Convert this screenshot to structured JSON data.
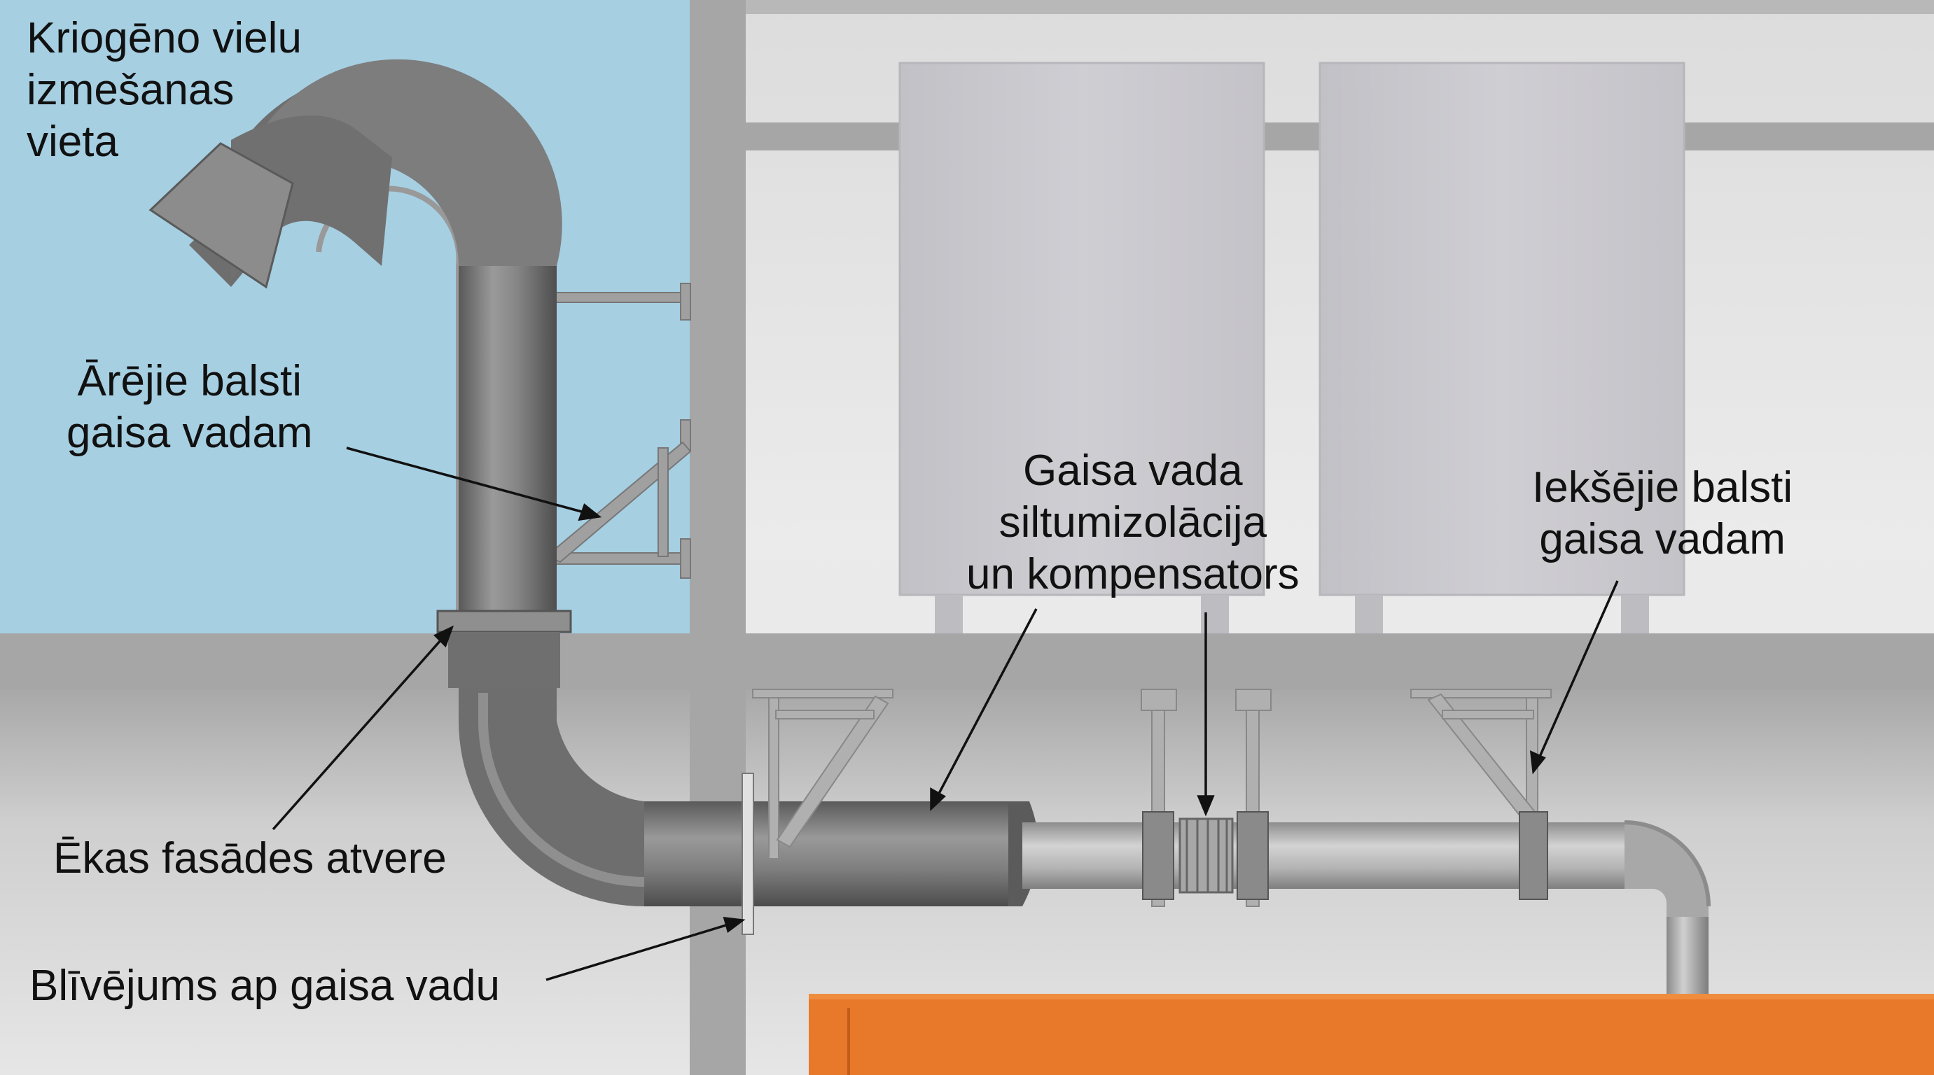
{
  "labels": {
    "release_point": [
      "Kriogēno vielu",
      "izmešanas",
      "vieta"
    ],
    "external_supports": [
      "Ārējie balsti",
      "gaisa vadam"
    ],
    "insulation_compensator": [
      "Gaisa vada",
      "siltumizolācija",
      "un kompensators"
    ],
    "internal_supports": [
      "Iekšējie balsti",
      "gaisa vadam"
    ],
    "facade_opening": [
      "Ēkas fasādes atvere"
    ],
    "duct_seal": [
      "Blīvējums ap gaisa vadu"
    ]
  },
  "colors": {
    "outdoor_sky": "#a6cfe2",
    "wall_light": "#e2e2e2",
    "frame_gray": "#a4a4a4",
    "duct_dark": "#7b7b7b",
    "duct_light": "#b3b3b3",
    "equipment_orange": "#e8782a",
    "cabinet": "#c9c8cd"
  }
}
